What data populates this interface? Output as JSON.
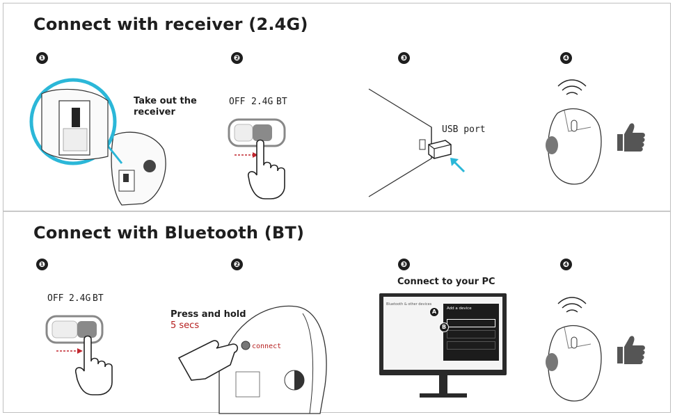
{
  "sections": [
    {
      "title": "Connect with receiver (2.4G)",
      "steps": [
        {
          "number": "❶",
          "caption_lines": [
            "Take out the",
            "receiver"
          ]
        },
        {
          "number": "❷",
          "switch_labels": [
            "OFF",
            "2.4G",
            "BT"
          ]
        },
        {
          "number": "❸",
          "caption": "USB port"
        },
        {
          "number": "❹"
        }
      ]
    },
    {
      "title": "Connect with Bluetooth (BT)",
      "steps": [
        {
          "number": "❶",
          "switch_labels": [
            "OFF",
            "2.4G",
            "BT"
          ]
        },
        {
          "number": "❷",
          "caption": "Press and hold",
          "caption_highlight": "5 secs",
          "button_label": "connect"
        },
        {
          "number": "❸",
          "caption": "Connect to your PC",
          "screen": {
            "left_title": "Bluetooth & other devices",
            "dialog_title": "Add a device",
            "marker_a": "A",
            "marker_b": "B"
          }
        },
        {
          "number": "❹"
        }
      ]
    }
  ],
  "colors": {
    "accent_cyan": "#2bb7d8",
    "arrow_red": "#c0262e",
    "text_red": "#b51e1e",
    "dark": "#1e1e1e",
    "switch_active": "#8a8a8a"
  },
  "icons": [
    "wireless-signal-icon",
    "thumbs-up-icon",
    "pointing-hand-icon",
    "usb-receiver-icon",
    "trackball-mouse-icon",
    "monitor-icon"
  ]
}
